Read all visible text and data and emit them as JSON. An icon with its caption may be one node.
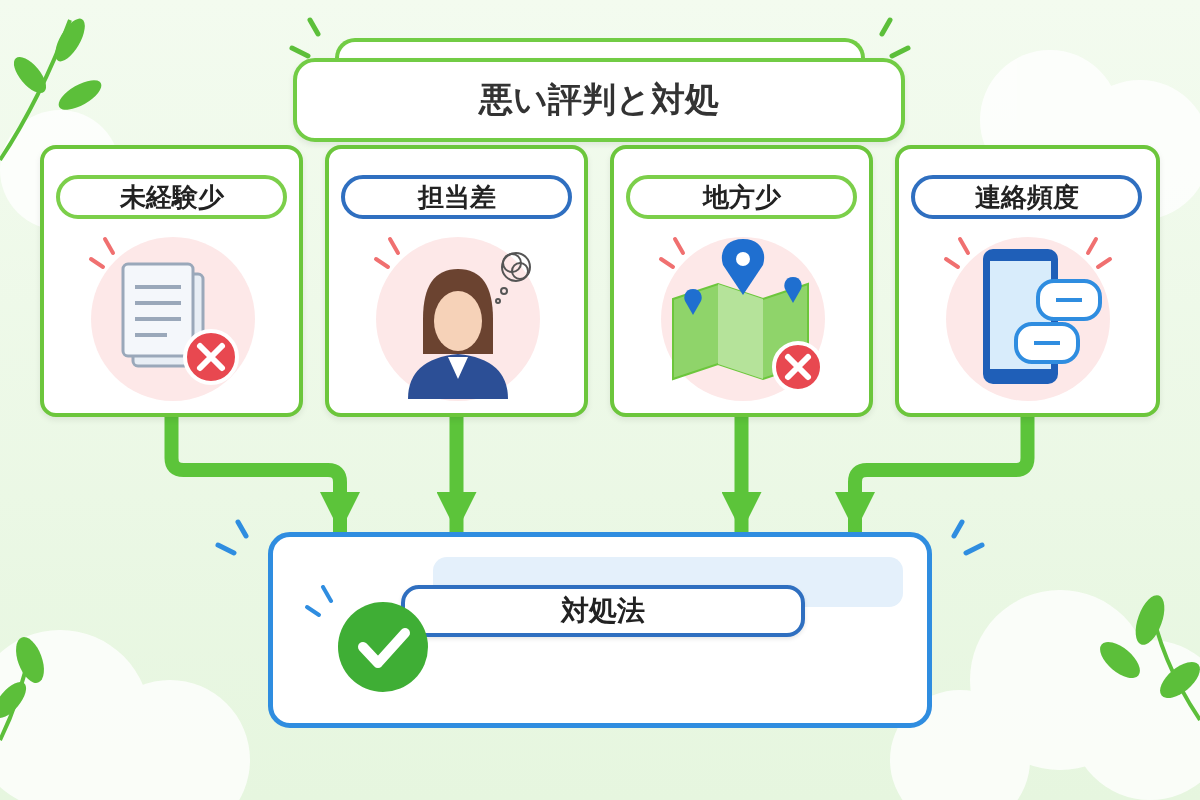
{
  "diagram": {
    "nodes": [
      {
        "text": [
          "悪い評判と対処"
        ]
      },
      {
        "text": [
          "未経験少"
        ]
      },
      {
        "text": [
          "担当差"
        ]
      },
      {
        "text": [
          "地方少"
        ]
      },
      {
        "text": [
          "連絡頻度"
        ]
      },
      {
        "text": [
          "対処法"
        ]
      },
      {
        "text": [],
        "shape": "box"
      }
    ],
    "edges": [
      {
        "from": 1,
        "to": 5,
        "arrow": "to"
      },
      {
        "from": 2,
        "to": 5,
        "arrow": "to"
      },
      {
        "from": 3,
        "to": 5,
        "arrow": "to"
      },
      {
        "from": 4,
        "to": 5,
        "arrow": "to"
      }
    ]
  }
}
